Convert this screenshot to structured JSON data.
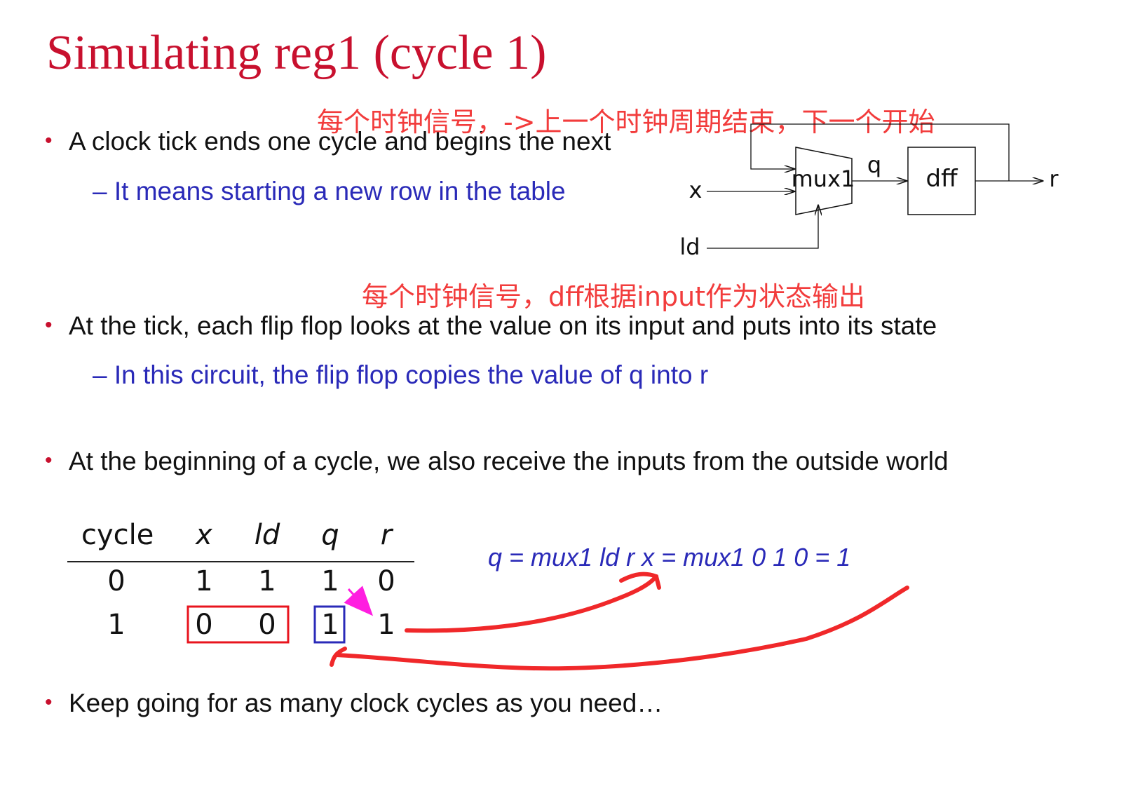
{
  "title": "Simulating reg1 (cycle 1)",
  "annotations": {
    "top_note": "每个时钟信号，->上一个时钟周期结束，下一个开始",
    "mid_note": "每个时钟信号，dff根据input作为状态输出"
  },
  "bullets": [
    {
      "text": "A clock tick ends one cycle and begins the next",
      "sub": "– It means starting a new row in the table"
    },
    {
      "text": "At the tick, each flip flop looks at the value on its input and puts into its state",
      "sub": "– In this circuit, the flip flop copies the value of q into r"
    },
    {
      "text": "At the beginning of a cycle, we also receive the inputs from the outside world",
      "sub": ""
    },
    {
      "text": "Keep going for as many clock cycles as you need…",
      "sub": ""
    }
  ],
  "bullet_mark": "•",
  "circuit": {
    "mux_label": "mux1",
    "dff_label": "dff",
    "input_x": "x",
    "input_ld": "ld",
    "wire_q": "q",
    "output_r": "r"
  },
  "table": {
    "headers": [
      "cycle",
      "x",
      "ld",
      "q",
      "r"
    ],
    "rows": [
      [
        "0",
        "1",
        "1",
        "1",
        "0"
      ],
      [
        "1",
        "0",
        "0",
        "1",
        "1"
      ]
    ]
  },
  "formula": "q = mux1 ld r x = mux1 0 1 0 = 1",
  "colors": {
    "title": "#c8102e",
    "sub_text": "#2a2ab8",
    "annotation_red": "#f23c3c",
    "highlight_red": "#e8141e",
    "highlight_blue": "#2a2ab8",
    "arrow_magenta": "#ff1ee0"
  }
}
